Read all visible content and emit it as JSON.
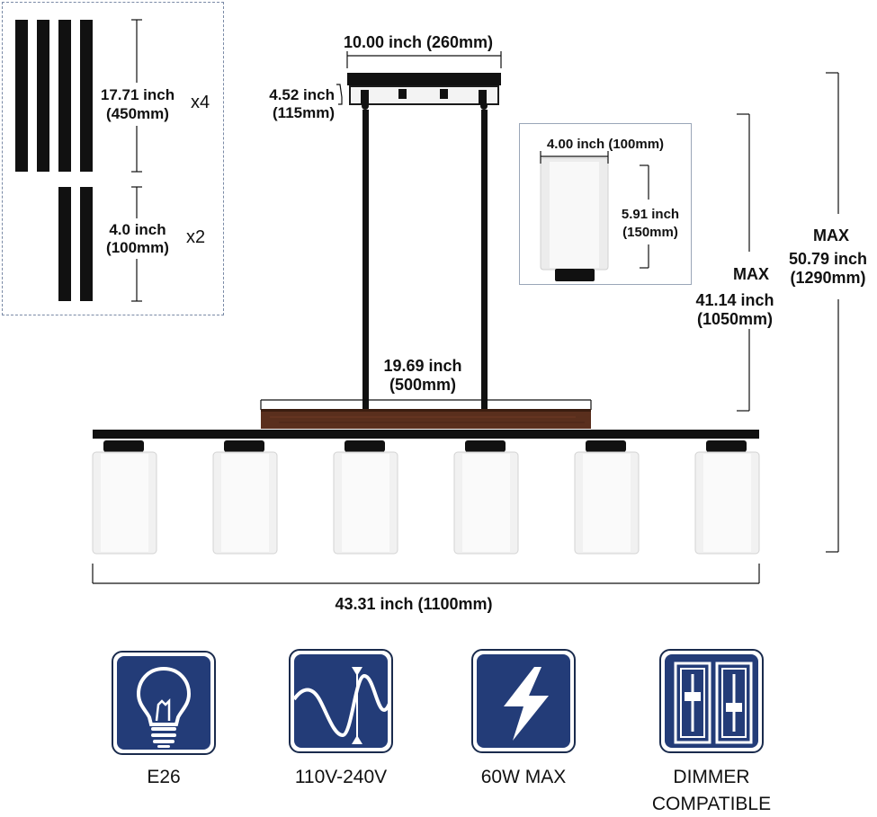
{
  "rods": {
    "long_length_inch": "17.71 inch",
    "long_length_mm": "(450mm)",
    "long_qty": "x4",
    "short_length_inch": "4.0 inch",
    "short_length_mm": "(100mm)",
    "short_qty": "x2"
  },
  "canopy": {
    "width": "10.00 inch (260mm)",
    "height_inch": "4.52 inch",
    "height_mm": "(115mm)"
  },
  "shade": {
    "diameter": "4.00 inch (100mm)",
    "height_inch": "5.91 inch",
    "height_mm": "(150mm)"
  },
  "max_short": {
    "label": "MAX",
    "inch": "41.14 inch",
    "mm": "(1050mm)"
  },
  "max_long": {
    "label": "MAX",
    "inch": "50.79 inch",
    "mm": "(1290mm)"
  },
  "wood_beam": {
    "inch": "19.69 inch",
    "mm": "(500mm)"
  },
  "overall_length": "43.31 inch (1100mm)",
  "specs": [
    {
      "icon": "light-bulb-icon",
      "label": "E26"
    },
    {
      "icon": "sine-wave-icon",
      "label": "110V-240V"
    },
    {
      "icon": "lightning-bolt-icon",
      "label": "60W MAX"
    },
    {
      "icon": "dimmer-switch-icon",
      "label_line1": "DIMMER",
      "label_line2": "COMPATIBLE"
    }
  ],
  "colors": {
    "metal": "#111111",
    "wood": "#5a2f1d",
    "glass": "#f2f2f2",
    "icon_bg": "#233c78"
  }
}
